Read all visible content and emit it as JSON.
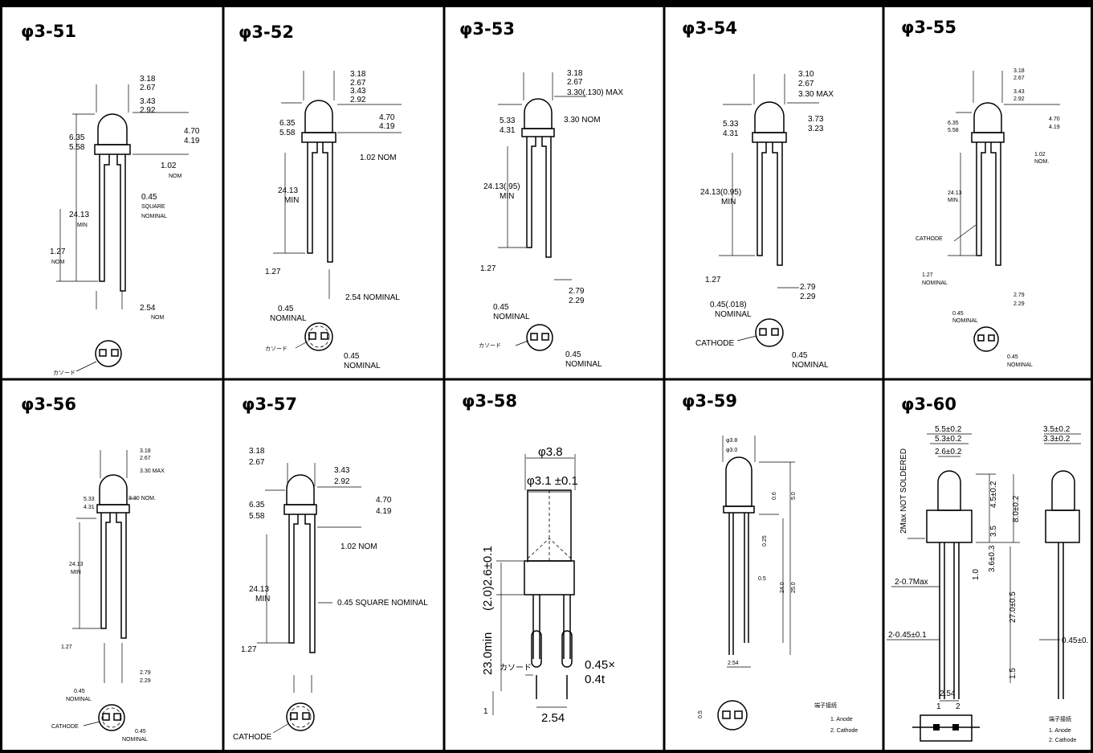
{
  "panels": [
    {
      "title": "φ3-51",
      "dims": [
        "3.18",
        "2.67",
        "3.43",
        "2.92",
        "4.70",
        "4.19",
        "6.35",
        "5.58",
        "1.02",
        "NOM",
        "0.45",
        "SQUARE",
        "NOMINAL",
        "24.13",
        "MIN",
        "1.27",
        "NOM",
        "2.54",
        "NOM"
      ],
      "cathode": "カソード"
    },
    {
      "title": "φ3-52",
      "dims": [
        "3.18",
        "2.67",
        "3.43",
        "2.92",
        "4.70",
        "4.19",
        "6.35",
        "5.58",
        "1.02  NOM",
        "24.13",
        "MIN",
        "1.27",
        "2.54  NOMINAL",
        "0.45",
        "NOMINAL",
        "0.45",
        "NOMINAL"
      ],
      "cathode": "カソード"
    },
    {
      "title": "φ3-53",
      "dims": [
        "3.18",
        "2.67",
        "3.30(.130) MAX",
        "5.33",
        "4.31",
        "3.30 NOM",
        "24.13(.95)",
        "MIN",
        "1.27",
        "2.79",
        "2.29",
        "0.45",
        "NOMINAL",
        "0.45",
        "NOMINAL"
      ],
      "cathode": "カソード"
    },
    {
      "title": "φ3-54",
      "dims": [
        "3.10",
        "2.67",
        "3.30  MAX",
        "5.33",
        "4.31",
        "3.73",
        "3.23",
        "24.13(0.95)",
        "MIN",
        "1.27",
        "2.79",
        "2.29",
        "0.45(.018)",
        "NOMINAL",
        "0.45",
        "NOMINAL"
      ],
      "cathode": "CATHODE"
    },
    {
      "title": "φ3-55",
      "dims": [
        "3.18",
        "2.67",
        "3.43",
        "2.92",
        "4.70",
        "4.19",
        "6.35",
        "5.58",
        "1.02",
        "NOM.",
        "24.13",
        "MIN.",
        "1.27",
        "NOMINAL",
        "2.79",
        "2.29",
        "0.45",
        "NOMINAL",
        "0.45",
        "NOMINAL"
      ],
      "cathode": "CATHODE"
    },
    {
      "title": "φ3-56",
      "dims": [
        "3.18",
        "2.67",
        "3.30 MAX",
        "5.33",
        "4.31",
        "3.30 NOM.",
        "24.13",
        "MIN",
        "1.27",
        "2.79",
        "2.29",
        "0.45",
        "NOMINAL",
        "0.45",
        "NOMINAL"
      ],
      "cathode": "CATHODE"
    },
    {
      "title": "φ3-57",
      "dims": [
        "3.18",
        "2.67",
        "3.43",
        "2.92",
        "4.70",
        "4.19",
        "6.35",
        "5.58",
        "1.02  NOM",
        "24.13",
        "MIN",
        "0.45  SQUARE NOMINAL",
        "1.27"
      ],
      "cathode": "CATHODE"
    },
    {
      "title": "φ3-58",
      "dims": [
        "φ3.8",
        "φ3.1 ±0.1",
        "(2.0)2.6±0.1",
        "23.0min",
        "0.45×",
        "0.4t",
        "2.54",
        "1"
      ],
      "cathode": "カソード"
    },
    {
      "title": "φ3-59",
      "dims": [
        "φ3.8",
        "φ3.0",
        "5.0",
        "0.6",
        "0.25",
        "0.5",
        "24.0",
        "25.0",
        "2.54",
        "0.5"
      ],
      "terminal": [
        "端子接続",
        "1. Anode",
        "2. Cathode"
      ]
    },
    {
      "title": "φ3-60",
      "dims": [
        "5.5±0.2",
        "5.3±0.2",
        "2.6±0.2",
        "3.5±0.2",
        "3.3±0.2",
        "2Max NOT SOLDERED",
        "4.5±0.2",
        "3.5",
        "8.0±0.2",
        "3.6±0.3",
        "1.0",
        "2-0.7Max",
        "27.0±0.5",
        "2-0.45±0.1",
        "0.45±0.",
        "1.5",
        "2.54",
        "1",
        "2"
      ],
      "terminal": [
        "端子接続",
        "1. Anode",
        "2. Cathode"
      ]
    }
  ]
}
